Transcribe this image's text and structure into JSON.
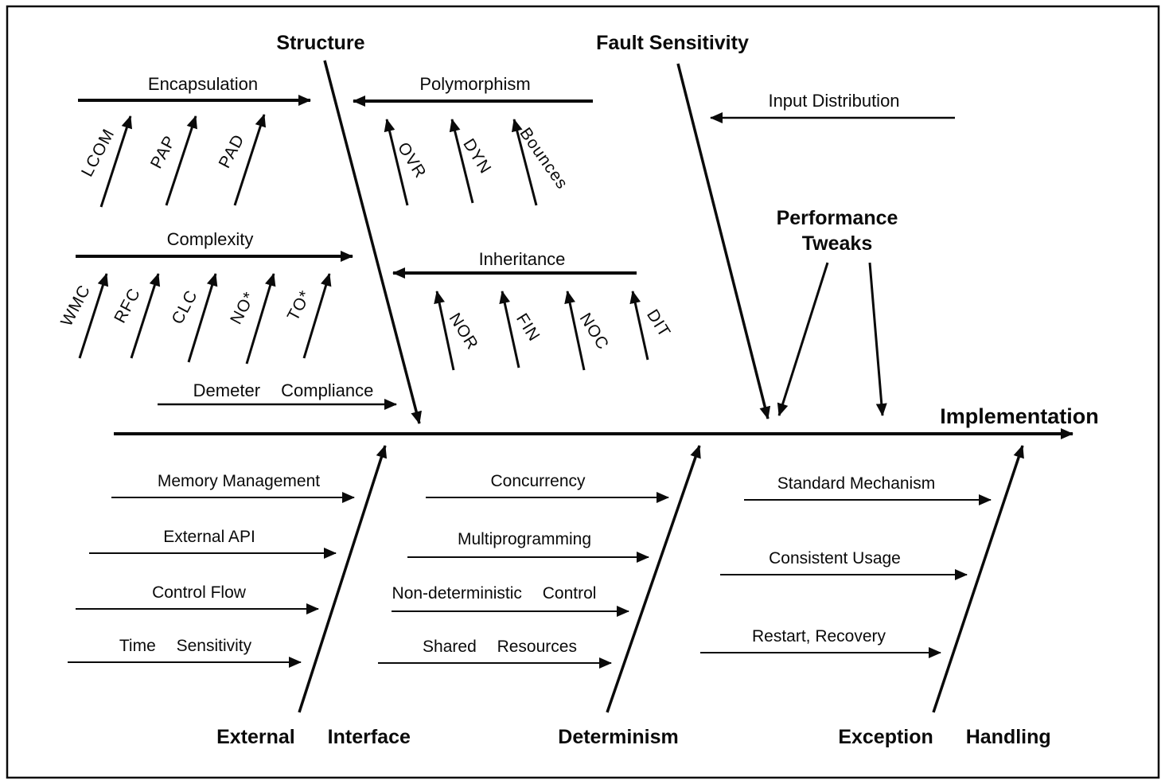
{
  "spine": {
    "label": "Implementation"
  },
  "top": {
    "structure": {
      "label": "Structure",
      "encapsulation": {
        "label": "Encapsulation",
        "metrics": [
          "LCOM",
          "PAP",
          "PAD"
        ]
      },
      "polymorphism": {
        "label": "Polymorphism",
        "metrics": [
          "OVR",
          "DYN",
          "Bounces"
        ]
      },
      "complexity": {
        "label": "Complexity",
        "metrics": [
          "WMC",
          "RFC",
          "CLC",
          "NO*",
          "TO*"
        ]
      },
      "inheritance": {
        "label": "Inheritance",
        "metrics": [
          "NOR",
          "FIN",
          "NOC",
          "DIT"
        ]
      },
      "demeter": {
        "label": "Demeter Compliance"
      }
    },
    "fault_sensitivity": {
      "label": "Fault Sensitivity",
      "input_distribution": "Input Distribution"
    },
    "performance_tweaks": {
      "line1": "Performance",
      "line2": "Tweaks"
    }
  },
  "bottom": {
    "external_interface": {
      "label": "External Interface",
      "causes": [
        "Memory Management",
        "External API",
        "Control Flow",
        "Time Sensitivity"
      ]
    },
    "determinism": {
      "label": "Determinism",
      "causes": [
        "Concurrency",
        "Multiprogramming",
        "Non-deterministic Control",
        "Shared Resources"
      ]
    },
    "exception_handling": {
      "label": "Exception Handling",
      "causes": [
        "Standard Mechanism",
        "Consistent Usage",
        "Restart, Recovery"
      ]
    }
  }
}
